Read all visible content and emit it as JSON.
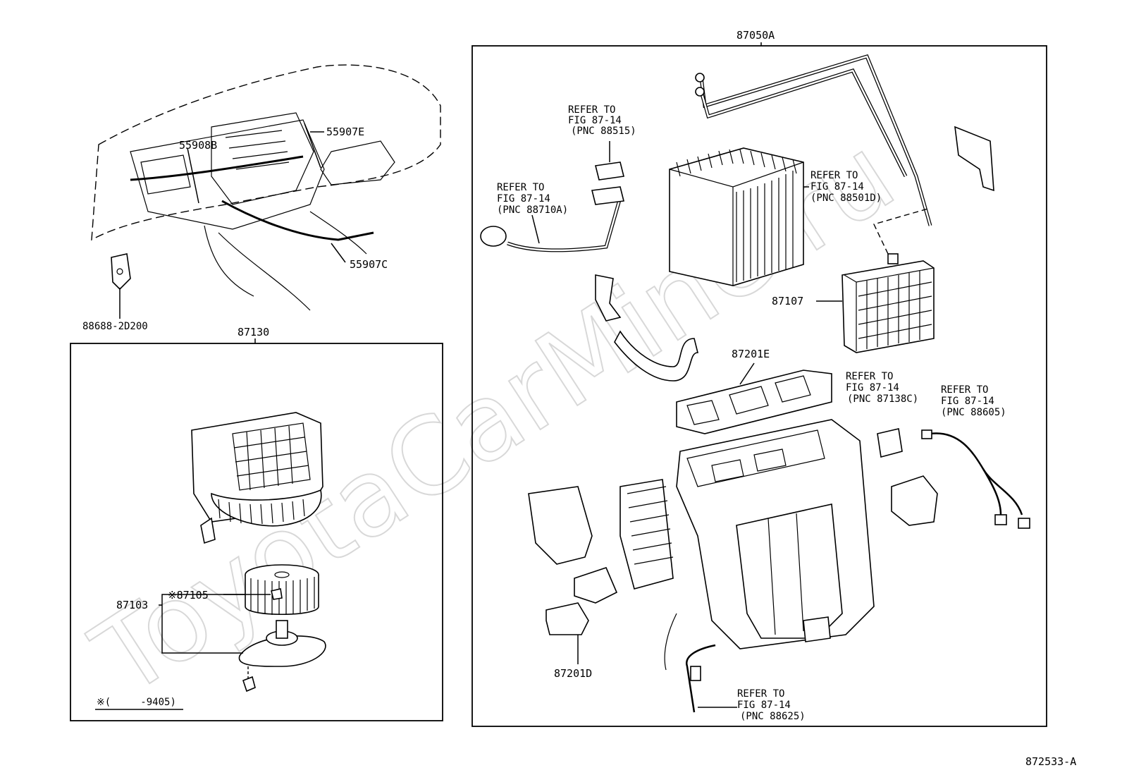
{
  "watermark": "ToyotaCarMine.ru",
  "diagram_code": "872533-A",
  "top_left": {
    "labels": {
      "p1": "55908B",
      "p2": "55907E",
      "p3": "55907C",
      "p4": "88688-2D200"
    }
  },
  "blower_box": {
    "title": "87130",
    "labels": {
      "assy": "87103",
      "fan": "※87105",
      "note": "※(     -9405)"
    }
  },
  "main_box": {
    "title": "87050A",
    "labels": {
      "evap": "87107",
      "duct_e": "87201E",
      "duct_d": "87201D"
    },
    "refs": [
      {
        "l1": "REFER TO",
        "l2": "FIG 87-14",
        "l3": "(PNC 88515)"
      },
      {
        "l1": "REFER TO",
        "l2": "FIG 87-14",
        "l3": "(PNC 88710A)"
      },
      {
        "l1": "REFER TO",
        "l2": "FIG 87-14",
        "l3": "(PNC 88501D)"
      },
      {
        "l1": "REFER TO",
        "l2": "FIG 87-14",
        "l3": "(PNC 87138C)"
      },
      {
        "l1": "REFER TO",
        "l2": "FIG 87-14",
        "l3": "(PNC 88605)"
      },
      {
        "l1": "REFER TO",
        "l2": "FIG 87-14",
        "l3": "(PNC 88625)"
      }
    ]
  }
}
